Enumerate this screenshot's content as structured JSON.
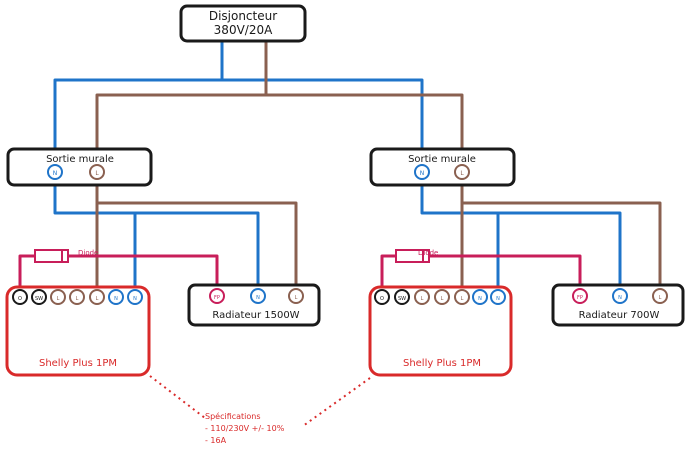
{
  "breaker": {
    "line1": "Disjoncteur",
    "line2": "380V/20A"
  },
  "outlets": [
    {
      "label": "Sortie murale",
      "n": "N",
      "l": "L"
    },
    {
      "label": "Sortie murale",
      "n": "N",
      "l": "L"
    }
  ],
  "radiators": [
    {
      "label": "Radiateur 1500W",
      "fp": "FP",
      "n": "N",
      "l": "L"
    },
    {
      "label": "Radiateur 700W",
      "fp": "FP",
      "n": "N",
      "l": "L"
    }
  ],
  "shelly": {
    "label": "Shelly Plus 1PM",
    "terminals": [
      "O",
      "SW",
      "L",
      "L",
      "L",
      "N",
      "N"
    ],
    "diode_label": "Diode"
  },
  "specs": {
    "title": "Spécifications",
    "voltage": "- 110/230V +/- 10%",
    "current": "- 16A"
  },
  "colors": {
    "neutral": "#1f74c9",
    "live": "#8a6050",
    "pilot": "#c81e5a",
    "shelly": "#d92a2a",
    "outline": "#1a1a1a"
  }
}
